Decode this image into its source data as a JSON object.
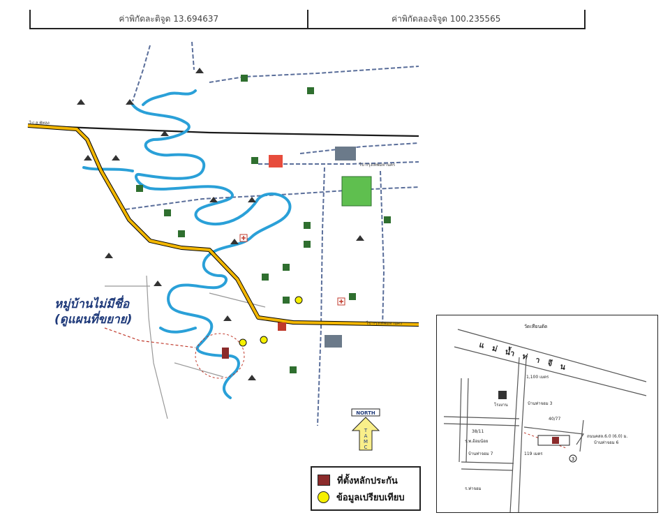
{
  "coordinates": {
    "latitude_text": "ค่าพิกัดละติจูด 13.694637",
    "longitude_text": "ค่าพิกัดลองจิจูด 100.235565"
  },
  "village_label": {
    "line1": "หมู่บ้านไม่มีชื่อ",
    "line2": "(ดูแผนที่ขยาย)"
  },
  "north_arrow": {
    "top": "NORTH",
    "letters": [
      "T",
      "A",
      "M",
      "C"
    ]
  },
  "legend": {
    "items": [
      {
        "label": "ที่ตั้งหลักประกัน",
        "color": "#8b2b2b"
      },
      {
        "label": "ข้อมูลเปรียบเทียบ",
        "color": "#f6f000"
      }
    ]
  },
  "inset": {
    "labels": {
      "temple": "วัดเทียนดัด",
      "river": "แม่น้ำท่าจีน",
      "distance_top": "1,100 เมตร",
      "distance_bottom": "119 เมตร",
      "road_right": "ถนนคสล.6.0 (6.0) ม.",
      "village_right": "บ้านท่าจอม 6",
      "village_3": "บ้านท่าจอม 3",
      "plot": "40/77",
      "village_7": "บ้านท่าจอม 7",
      "school": "ร.ท่าจอม",
      "hospital": "ร.พ.อ้อมน้อย",
      "factory": "โรงงาน",
      "shop": "38/11",
      "marker": "3"
    }
  },
  "colors": {
    "river": "#2aa0d8",
    "highway": "#f2b600",
    "road": "#5a6e9a",
    "pin": "#2f6f2f",
    "red_marker": "#c0392b"
  }
}
